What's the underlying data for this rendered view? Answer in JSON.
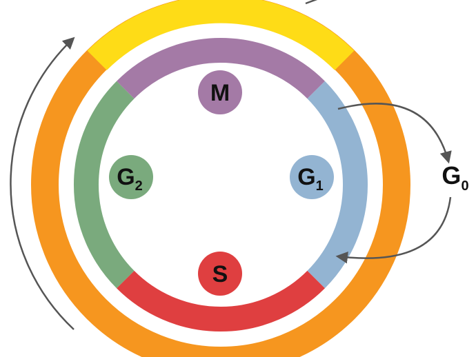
{
  "diagram": {
    "phases": {
      "m": {
        "label": "M",
        "sub": "",
        "color": "#a47aa6"
      },
      "g1": {
        "label": "G",
        "sub": "1",
        "color": "#93b4d2"
      },
      "s": {
        "label": "S",
        "sub": "",
        "color": "#df3f40"
      },
      "g2": {
        "label": "G",
        "sub": "2",
        "color": "#7aaa7d"
      }
    },
    "g0": {
      "label": "G",
      "sub": "0"
    },
    "outer_ring": {
      "mitotic_color": "#fedc17",
      "interphase_color": "#f6961f"
    },
    "arrow_color": "#555555"
  }
}
